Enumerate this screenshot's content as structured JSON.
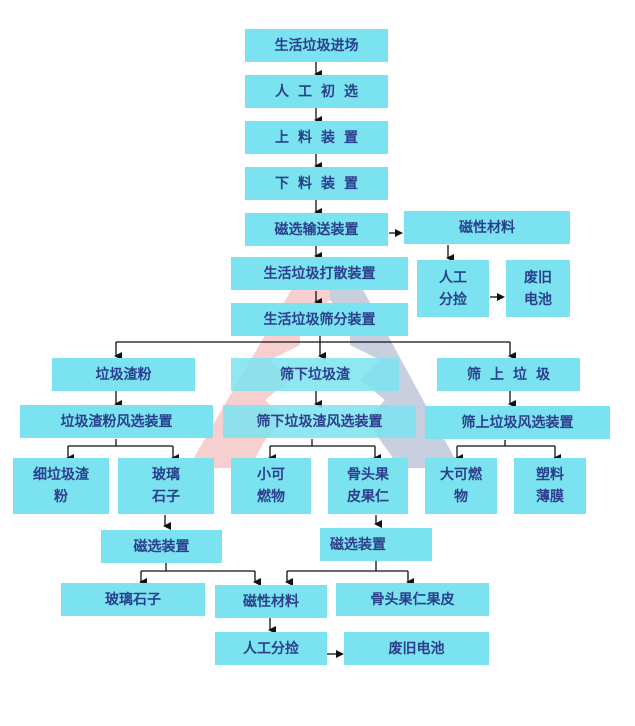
{
  "diagram": {
    "type": "flowchart",
    "colors": {
      "box_fill": "#7be3f0",
      "text": "#2b3f8c",
      "arrow": "#111111",
      "watermark_red": "#f2a8a8",
      "watermark_blue": "#9aa7c4"
    },
    "nodes": {
      "n1": "生活垃圾进场",
      "n2": "人工初选",
      "n3": "上料装置",
      "n4": "下料装置",
      "n5": "磁选输送装置",
      "n6": "磁性材料",
      "n7": "人工\n分捡",
      "n8": "废旧\n电池",
      "n9": "生活垃圾打散装置",
      "n10": "生活垃圾筛分装置",
      "n11": "垃圾渣粉",
      "n12": "筛下垃圾渣",
      "n13": "筛上垃圾",
      "n14": "垃圾渣粉风选装置",
      "n15": "筛下垃圾渣风选装置",
      "n16": "筛上垃圾风选装置",
      "n17": "细垃圾渣\n粉",
      "n18": "玻璃\n石子",
      "n19": "小可\n燃物",
      "n20": "骨头果\n皮果仁",
      "n21": "大可燃\n物",
      "n22": "塑料\n薄膜",
      "n23": "磁选装置",
      "n24": "磁选装置",
      "n25": "玻璃石子",
      "n26": "磁性材料",
      "n27": "骨头果仁果皮",
      "n28": "人工分捡",
      "n29": "废旧电池"
    },
    "edges": [
      [
        "n1",
        "n2"
      ],
      [
        "n2",
        "n3"
      ],
      [
        "n3",
        "n4"
      ],
      [
        "n4",
        "n5"
      ],
      [
        "n5",
        "n6"
      ],
      [
        "n6",
        "n7"
      ],
      [
        "n7",
        "n8"
      ],
      [
        "n5",
        "n9"
      ],
      [
        "n9",
        "n10"
      ],
      [
        "n10",
        "n11"
      ],
      [
        "n10",
        "n12"
      ],
      [
        "n10",
        "n13"
      ],
      [
        "n11",
        "n14"
      ],
      [
        "n12",
        "n15"
      ],
      [
        "n13",
        "n16"
      ],
      [
        "n14",
        "n17"
      ],
      [
        "n14",
        "n18"
      ],
      [
        "n15",
        "n19"
      ],
      [
        "n15",
        "n20"
      ],
      [
        "n16",
        "n21"
      ],
      [
        "n16",
        "n22"
      ],
      [
        "n18",
        "n23"
      ],
      [
        "n20",
        "n24"
      ],
      [
        "n23",
        "n25"
      ],
      [
        "n23",
        "n26"
      ],
      [
        "n24",
        "n26"
      ],
      [
        "n24",
        "n27"
      ],
      [
        "n26",
        "n28"
      ],
      [
        "n28",
        "n29"
      ]
    ]
  }
}
